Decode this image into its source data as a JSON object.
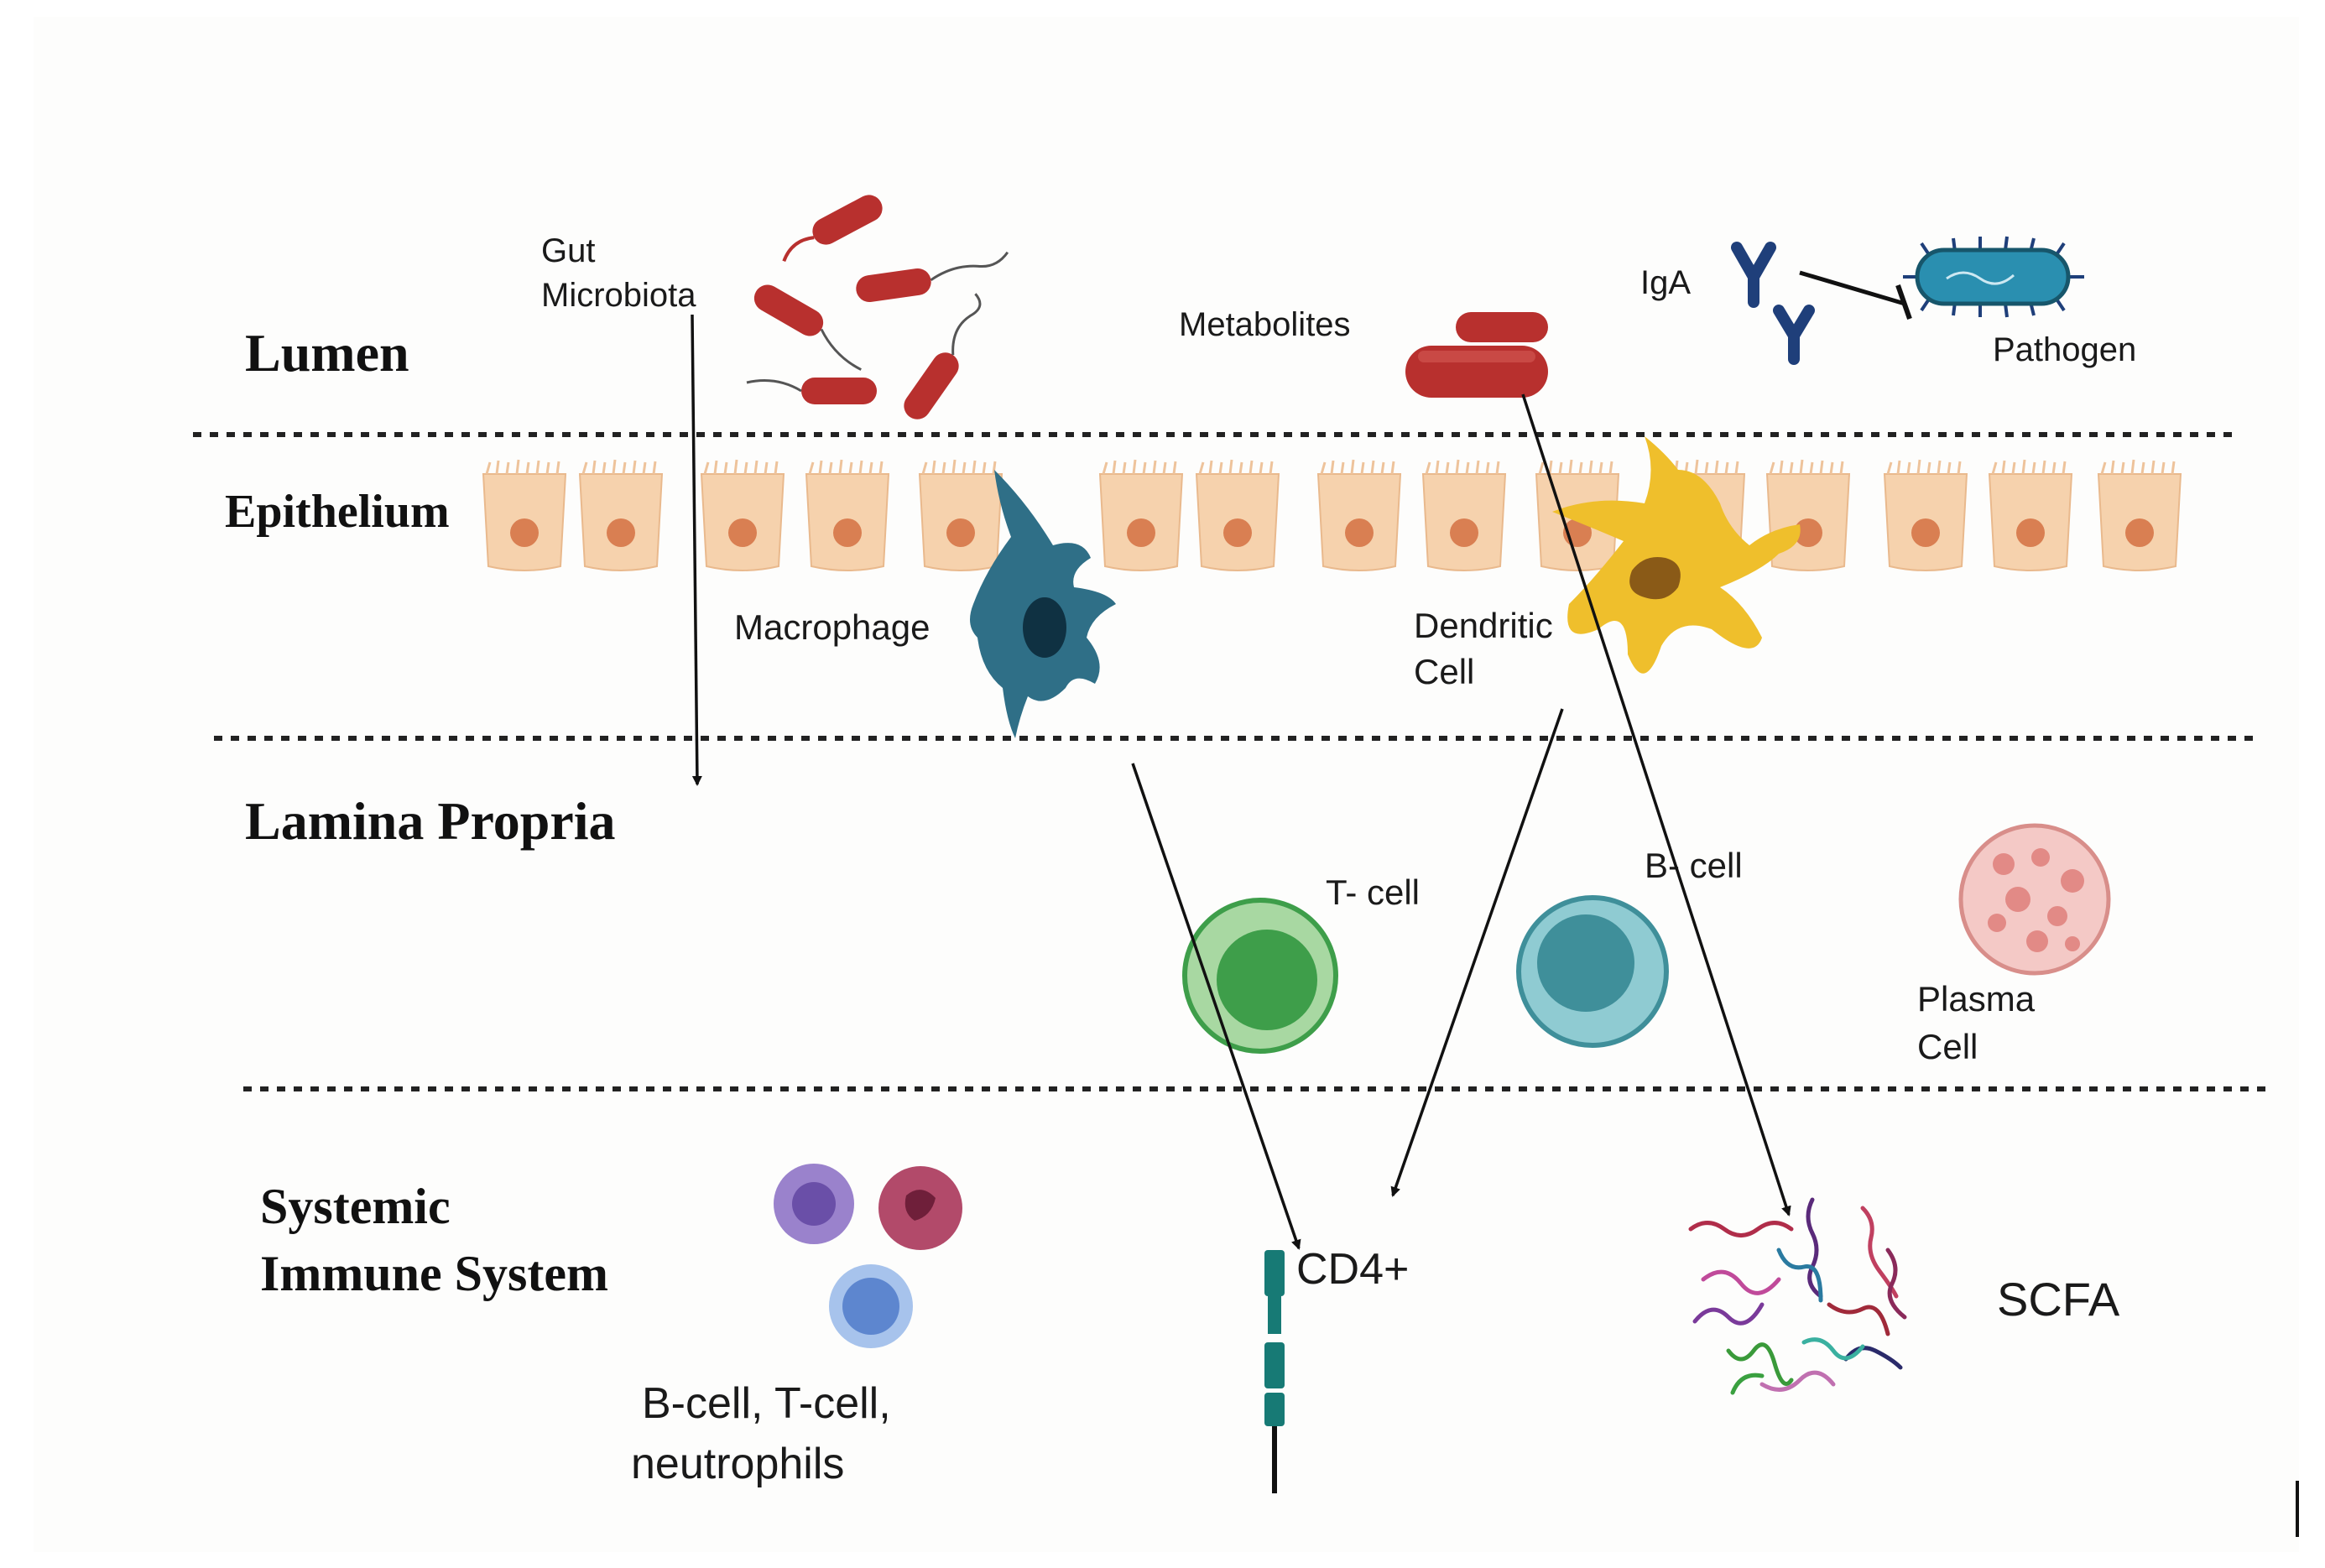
{
  "layers": {
    "lumen": "Lumen",
    "epithelium": "Epithelium",
    "lamina_propria": "Lamina Propria",
    "systemic_line1": "Systemic",
    "systemic_line2": "Immune System"
  },
  "labels": {
    "gut_line1": "Gut",
    "gut_line2": "Microbiota",
    "metabolites": "Metabolites",
    "iga": "IgA",
    "pathogen": "Pathogen",
    "macrophage": "Macrophage",
    "dendritic_line1": "Dendritic",
    "dendritic_line2": "Cell",
    "t_cell": "T- cell",
    "b_cell": "B- cell",
    "plasma_line1": "Plasma",
    "plasma_line2": "Cell",
    "cd4": "CD4+",
    "scfa": "SCFA",
    "systemic_cells_line1": "B-cell, T-cell,",
    "systemic_cells_line2": "neutrophils"
  },
  "colors": {
    "bacteria": "#b8302e",
    "epithelial_cell": "#f6d2ad",
    "epithelial_nucleus": "#d97f52",
    "macrophage": "#2f6f87",
    "dendritic": "#efbf2c",
    "t_cell": "#3e9e4a",
    "b_cell": "#3f8f9a",
    "plasma": "#f4c9c6",
    "cd4": "#177a75",
    "iga": "#1f3f7a",
    "pathogen": "#2a8fb0"
  },
  "icons": {
    "gut_microbiota": "rod-bacteria-icon",
    "metabolites": "capsule-icon",
    "iga": "antibody-icon",
    "pathogen": "flagellated-bacterium-icon",
    "cd4": "receptor-icon",
    "scfa": "squiggle-molecules-icon"
  }
}
